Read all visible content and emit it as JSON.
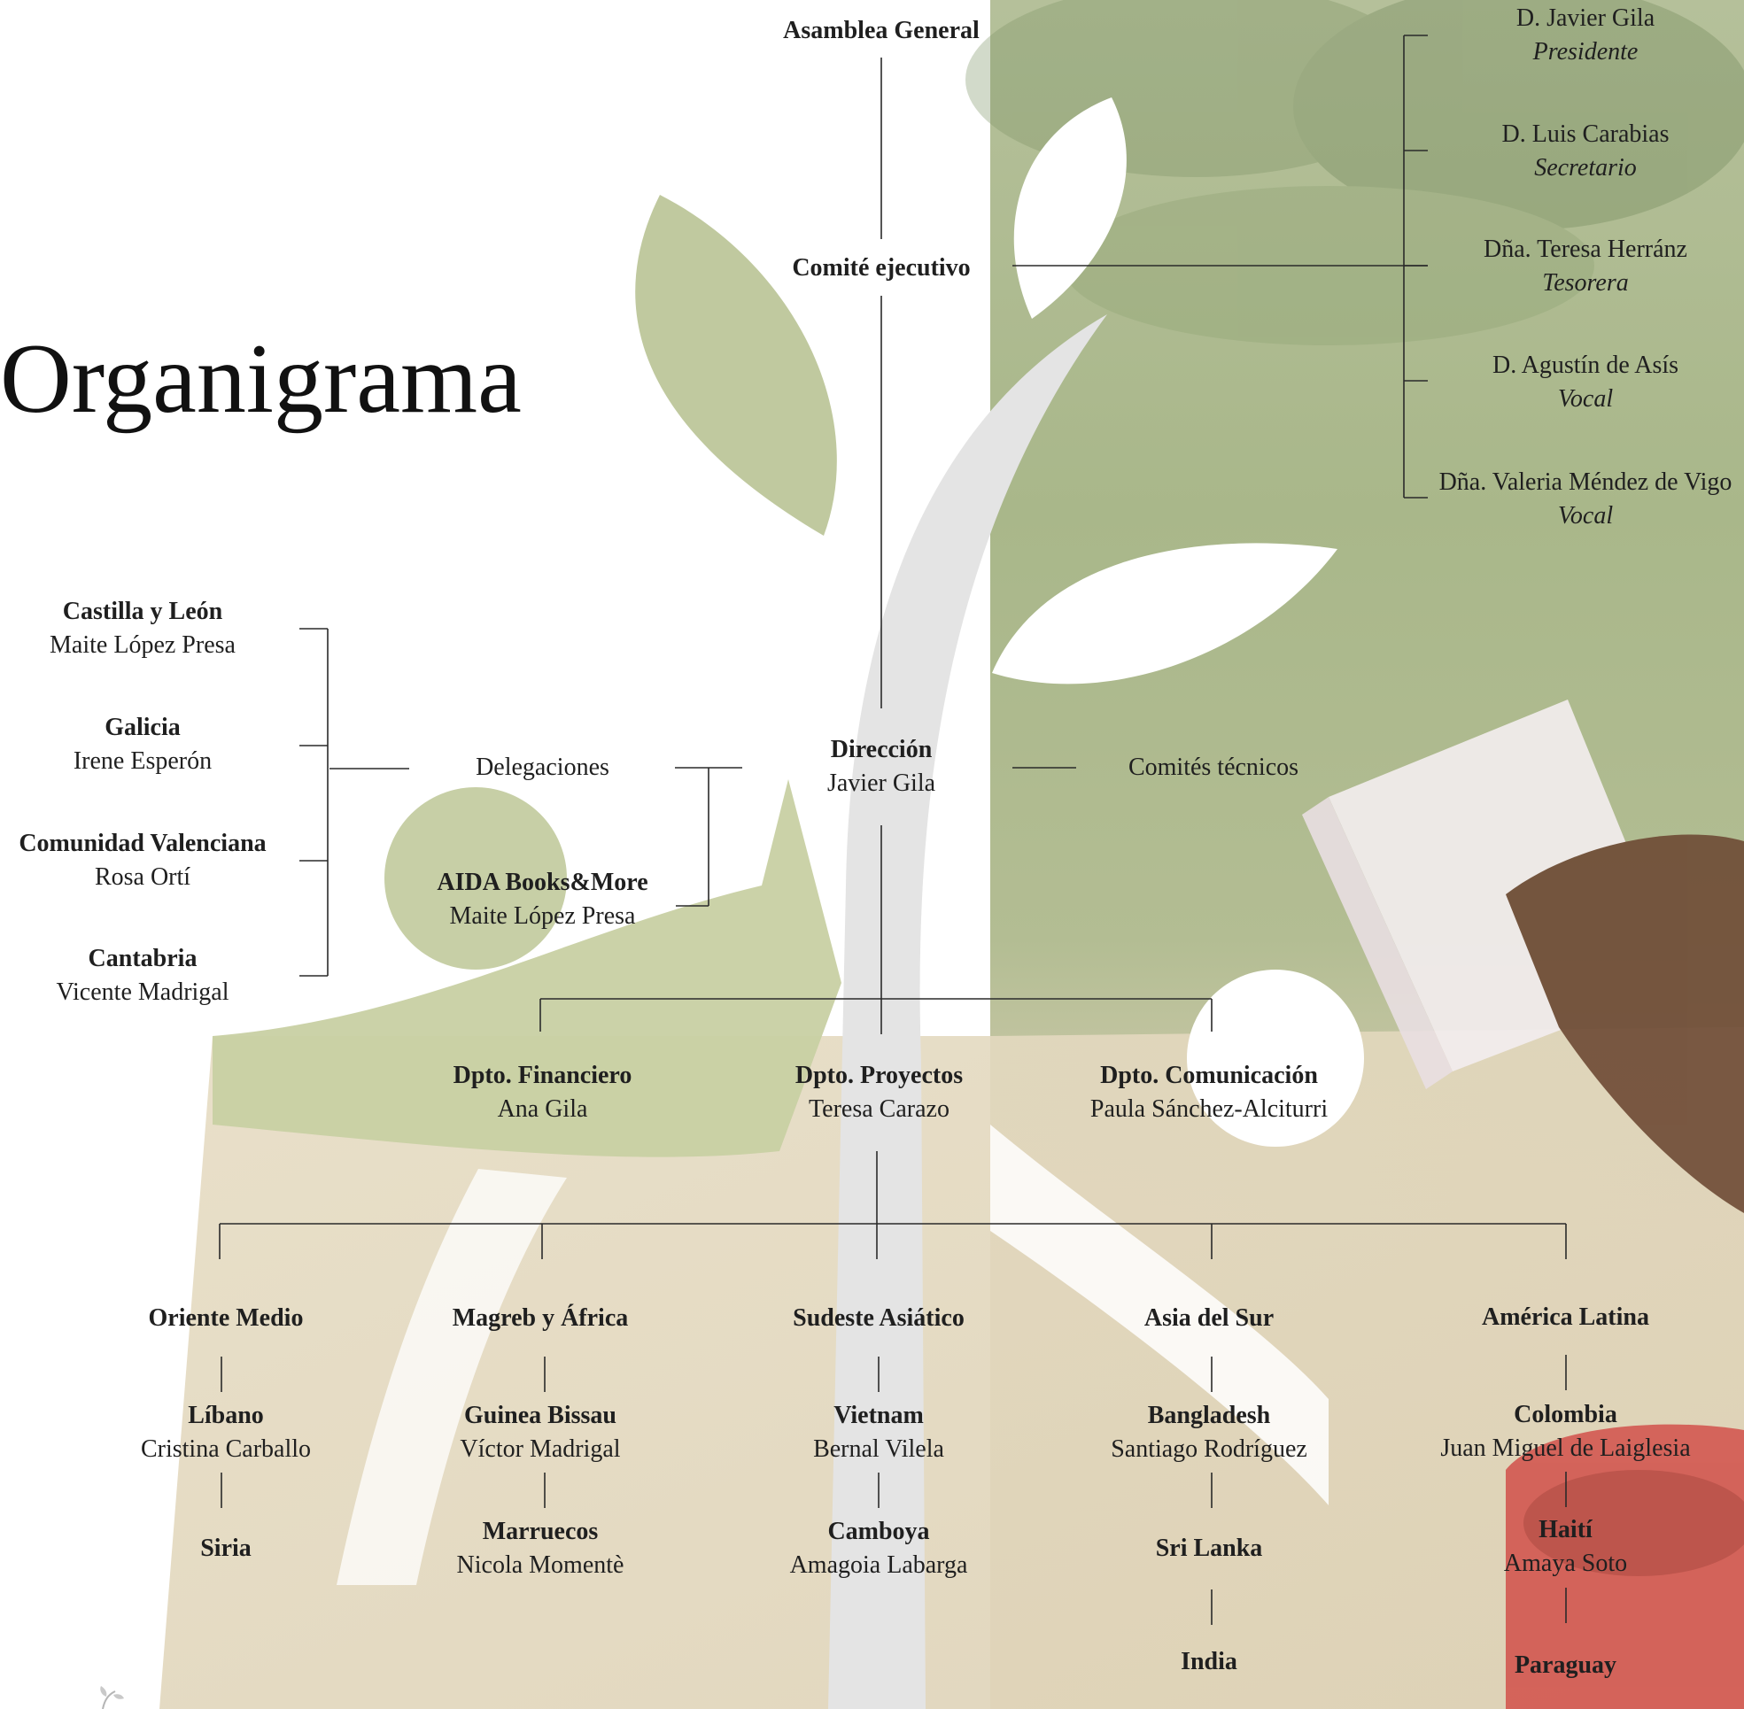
{
  "page_title": "Organigrama",
  "colors": {
    "leaf_green": "#c9d1a4",
    "stem_gray": "#e3e3e3",
    "line": "#2a2a2a"
  },
  "top": {
    "assembly": "Asamblea General",
    "committee": "Comité ejecutivo"
  },
  "executive_committee": [
    {
      "name": "D. Javier Gila",
      "role": "Presidente"
    },
    {
      "name": "D. Luis Carabias",
      "role": "Secretario"
    },
    {
      "name": "Dña. Teresa Herránz",
      "role": "Tesorera"
    },
    {
      "name": "D. Agustín de Asís",
      "role": "Vocal"
    },
    {
      "name": "Dña. Valeria Méndez de Vigo",
      "role": "Vocal"
    }
  ],
  "direction": {
    "title": "Dirección",
    "person": "Javier Gila"
  },
  "technical_committees": "Comités técnicos",
  "delegations_label": "Delegaciones",
  "delegations": [
    {
      "region": "Castilla y León",
      "person": "Maite López Presa"
    },
    {
      "region": "Galicia",
      "person": "Irene Esperón"
    },
    {
      "region": "Comunidad Valenciana",
      "person": "Rosa Ortí"
    },
    {
      "region": "Cantabria",
      "person": "Vicente Madrigal"
    }
  ],
  "aida": {
    "title": "AIDA Books&More",
    "person": "Maite López Presa"
  },
  "departments": [
    {
      "title": "Dpto. Financiero",
      "person": "Ana Gila"
    },
    {
      "title": "Dpto. Proyectos",
      "person": "Teresa Carazo"
    },
    {
      "title": "Dpto. Comunicación",
      "person": "Paula Sánchez-Alciturri"
    }
  ],
  "regions": [
    {
      "title": "Oriente Medio",
      "countries": [
        {
          "name": "Líbano",
          "person": "Cristina Carballo"
        },
        {
          "name": "Siria",
          "person": ""
        }
      ]
    },
    {
      "title": "Magreb y África",
      "countries": [
        {
          "name": "Guinea Bissau",
          "person": "Víctor Madrigal"
        },
        {
          "name": "Marruecos",
          "person": "Nicola Momentè"
        }
      ]
    },
    {
      "title": "Sudeste Asiático",
      "countries": [
        {
          "name": "Vietnam",
          "person": "Bernal Vilela"
        },
        {
          "name": "Camboya",
          "person": "Amagoia Labarga"
        }
      ]
    },
    {
      "title": "Asia del Sur",
      "countries": [
        {
          "name": "Bangladesh",
          "person": "Santiago Rodríguez"
        },
        {
          "name": "Sri Lanka",
          "person": ""
        },
        {
          "name": "India",
          "person": ""
        }
      ]
    },
    {
      "title": "América Latina",
      "countries": [
        {
          "name": "Colombia",
          "person": "Juan Miguel de Laiglesia"
        },
        {
          "name": "Haití",
          "person": "Amaya Soto"
        },
        {
          "name": "Paraguay",
          "person": ""
        }
      ]
    }
  ]
}
